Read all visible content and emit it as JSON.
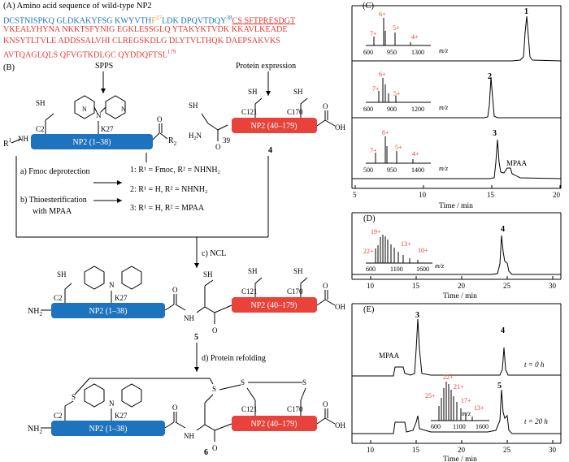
{
  "panel_a": {
    "title": "(A) Amino acid sequence of wild-type NP2",
    "line1_blue": "DCSTNISPKQ GLDKAKYFSG KWYVTH",
    "line1_orange": "F",
    "line1_sup27": "27",
    "line1_blue2": "LDK DPQVTDQY",
    "line1_sup38": "38",
    "line1_red": "CS SFTPRESDGT",
    "line2": "VKEALYHYNA NKKTSFYNIG EGKLESSGLQ YTAKYKTVDK KKAVLKEADE",
    "line3": "KNSYTLTVLE ADDSSALVHI CLREGSKDLG DLYTVLTHQK DAEPSAKVKS",
    "line4": "AVTQAGLQLS QFVGTKDLGC QYDDQFTSL",
    "line4_sup": "179"
  },
  "panel_b": {
    "label": "(B)",
    "spps": "SPPS",
    "protein_expression": "Protein expression",
    "np2_1_38": "NP2 (1–38)",
    "np2_40_179": "NP2 (40–179)",
    "c2": "C2",
    "k27": "K27",
    "c121": "C121",
    "c170": "C170",
    "res39": "39",
    "sh": "SH",
    "n": "N",
    "h": "H",
    "o": "O",
    "oh": "OH",
    "s": "S",
    "r1": "R",
    "r2": "R",
    "sub1": "1",
    "sub2": "2",
    "nh2": "NH",
    "nh": "NH",
    "cmpd4": "4",
    "cmpd5": "5",
    "cmpd6": "6",
    "step_a": "a) Fmoc deprotection",
    "step_b1": "b) Thioesterification",
    "step_b2": "with MPAA",
    "cond1": "1: R¹ = Fmoc, R² = NHNH₂",
    "cond2": "2: R¹ = H, R² = NHNH₂",
    "cond3": "3: R¹ = H, R² = MPAA",
    "step_c": "c) NCL",
    "step_d": "d) Protein refolding"
  },
  "panel_c": {
    "label": "(C)",
    "peak1": "1",
    "peak2": "2",
    "peak3": "3",
    "mpaa": "MPAA",
    "ms1_charges": [
      "7+",
      "6+",
      "5+",
      "4+"
    ],
    "ms1_ticks": [
      "600",
      "950",
      "1300"
    ],
    "ms2_charges": [
      "7+",
      "6+",
      "5+"
    ],
    "ms2_ticks": [
      "600",
      "900",
      "1200"
    ],
    "ms3_charges": [
      "7+",
      "6+",
      "5+",
      "4+"
    ],
    "ms3_ticks": [
      "500",
      "950",
      "1400"
    ],
    "mz": "m/z",
    "x_ticks": [
      "5",
      "10",
      "15",
      "20"
    ],
    "xlabel": "Time / min"
  },
  "panel_d": {
    "label": "(D)",
    "peak": "4",
    "charges": [
      "19+",
      "22+",
      "13+",
      "10+"
    ],
    "ms_ticks": [
      "600",
      "1100",
      "1600"
    ],
    "mz": "m/z",
    "x_ticks": [
      "10",
      "15",
      "20",
      "25",
      "30"
    ],
    "xlabel": "Time / min"
  },
  "panel_e": {
    "label": "(E)",
    "peak3": "3",
    "peak4": "4",
    "peak5": "5",
    "mpaa": "MPAA",
    "t0": "t = 0 h",
    "t20": "t = 20 h",
    "charges": [
      "22+",
      "21+",
      "25+",
      "17+",
      "13+"
    ],
    "ms_ticks": [
      "600",
      "1100",
      "1600"
    ],
    "mz": "m/z",
    "x_ticks": [
      "10",
      "15",
      "20",
      "25",
      "30"
    ],
    "xlabel": "Time / min"
  },
  "colors": {
    "blue_block": "#1e73be",
    "red_block": "#e8423a",
    "ms_red": "#e53a32",
    "orange": "#f39b29"
  }
}
